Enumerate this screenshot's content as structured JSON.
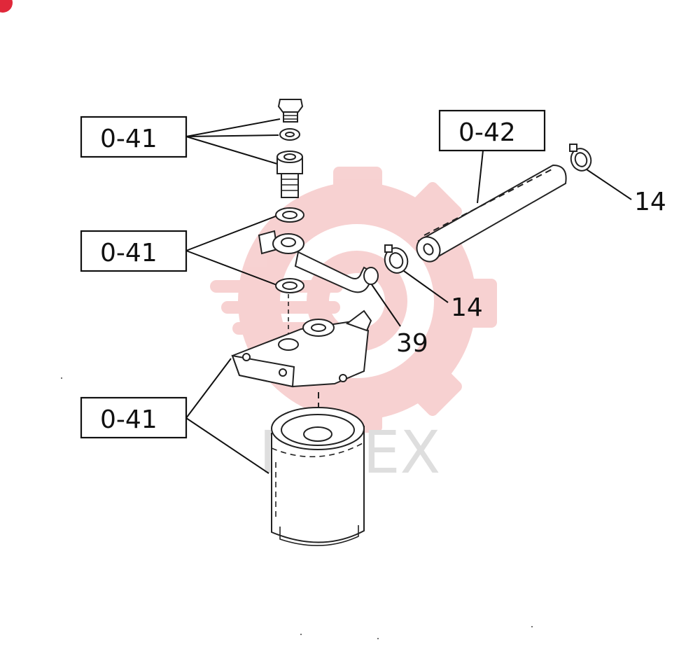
{
  "labels": {
    "callout_a": "0-41",
    "callout_b": "0-41",
    "callout_c": "0-41",
    "callout_d": "0-42",
    "ref_14_top": "14",
    "ref_14_mid": "14",
    "ref_39": "39"
  },
  "watermark": {
    "text": "MITEX",
    "color": "#f6caca"
  },
  "colors": {
    "line": "#111111",
    "corner_marker": "#e0283a"
  }
}
